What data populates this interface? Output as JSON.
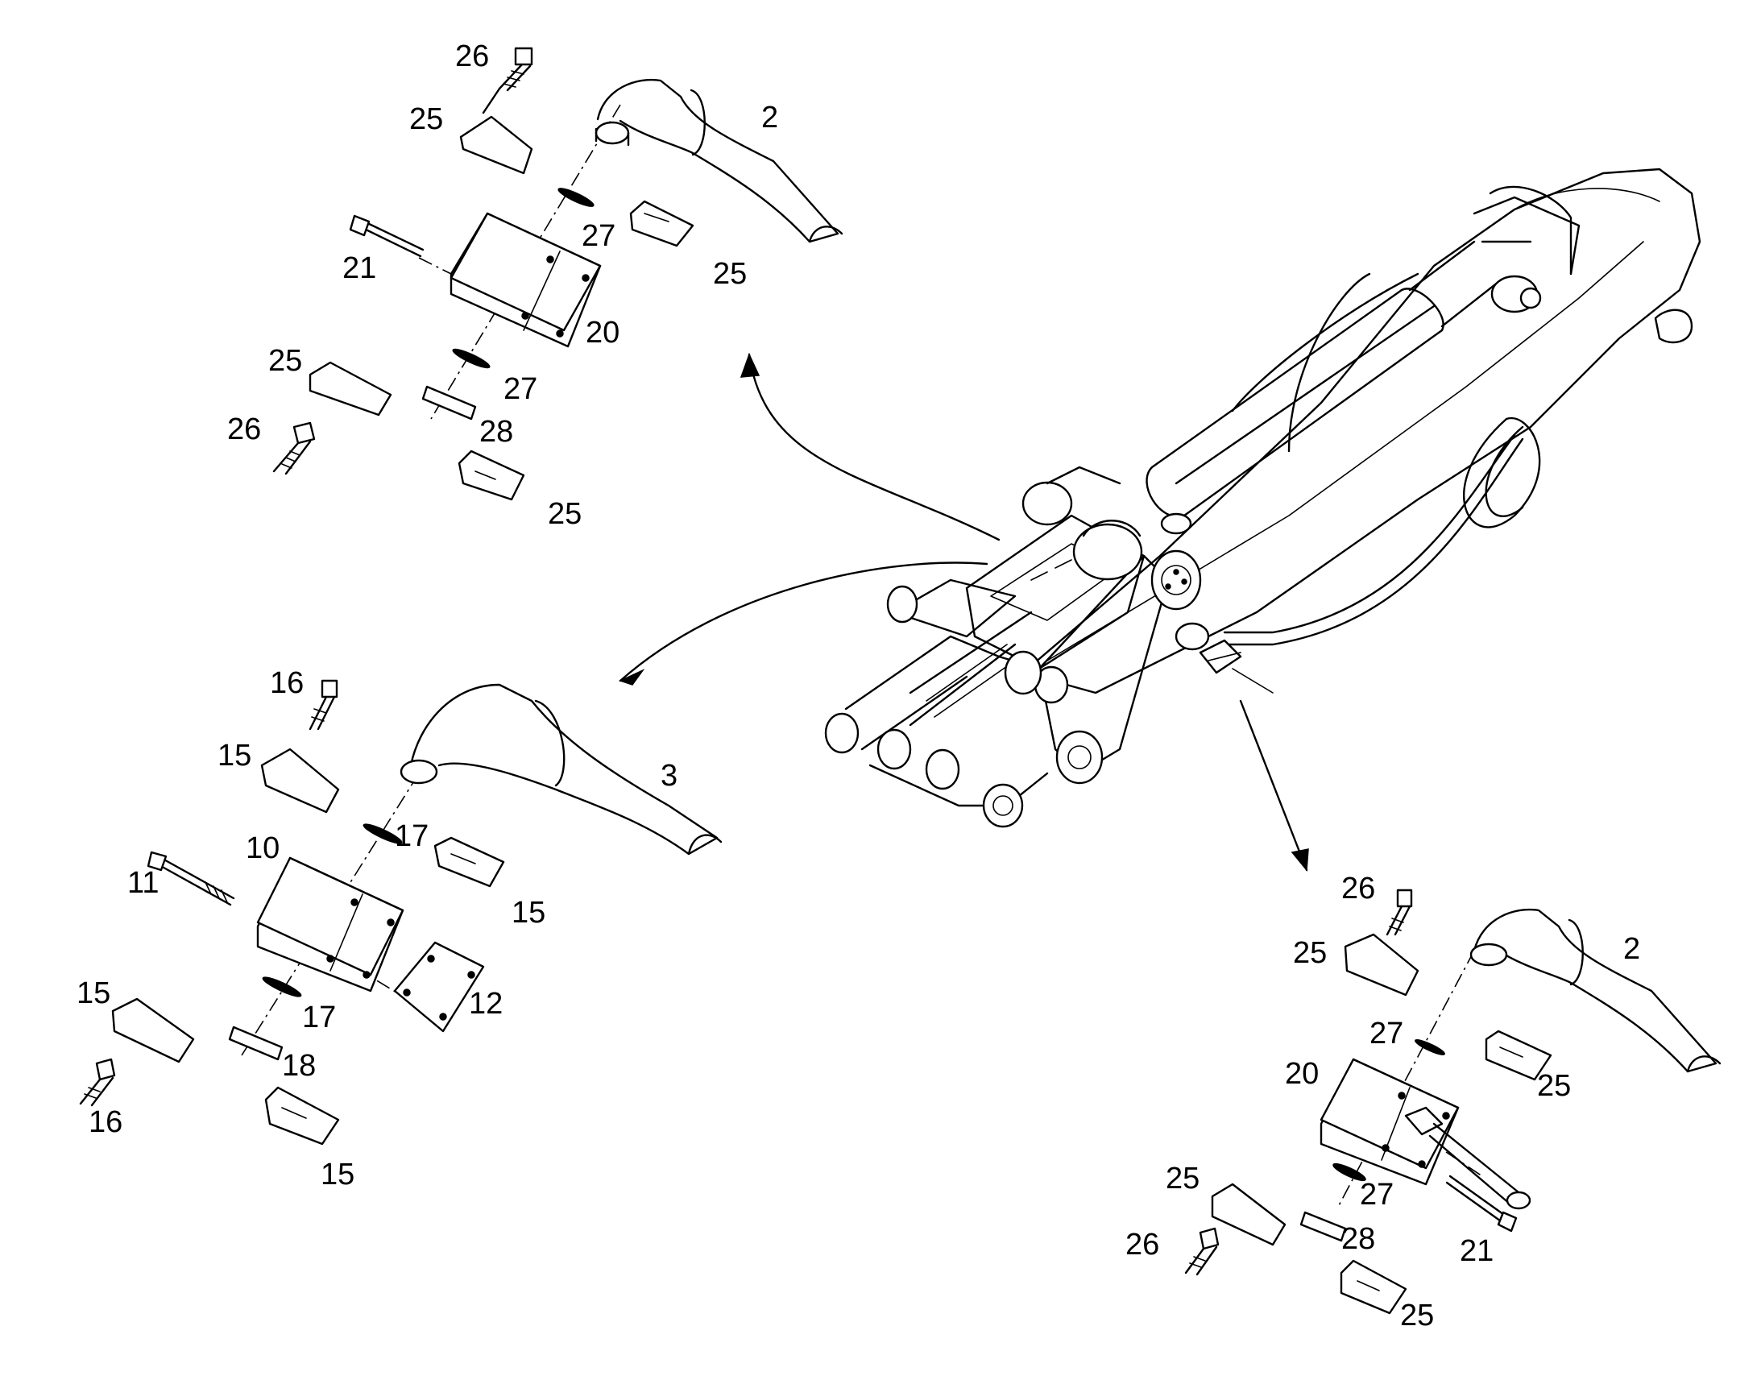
{
  "callouts": {
    "top": {
      "c26a": "26",
      "c25a": "25",
      "c2": "2",
      "c27a": "27",
      "c25b": "25",
      "c21": "21",
      "c20": "20",
      "c25c": "25",
      "c27b": "27",
      "c26b": "26",
      "c28": "28",
      "c25d": "25"
    },
    "left": {
      "c16a": "16",
      "c15a": "15",
      "c3": "3",
      "c17a": "17",
      "c10": "10",
      "c11": "11",
      "c15b": "15",
      "c15c": "15",
      "c17b": "17",
      "c12": "12",
      "c18": "18",
      "c16b": "16",
      "c15d": "15"
    },
    "right": {
      "c26a": "26",
      "c25a": "25",
      "c2": "2",
      "c27a": "27",
      "c20": "20",
      "c25b": "25",
      "c27b": "27",
      "c25c": "25",
      "c28": "28",
      "c26b": "26",
      "c21": "21",
      "c25d": "25"
    }
  }
}
